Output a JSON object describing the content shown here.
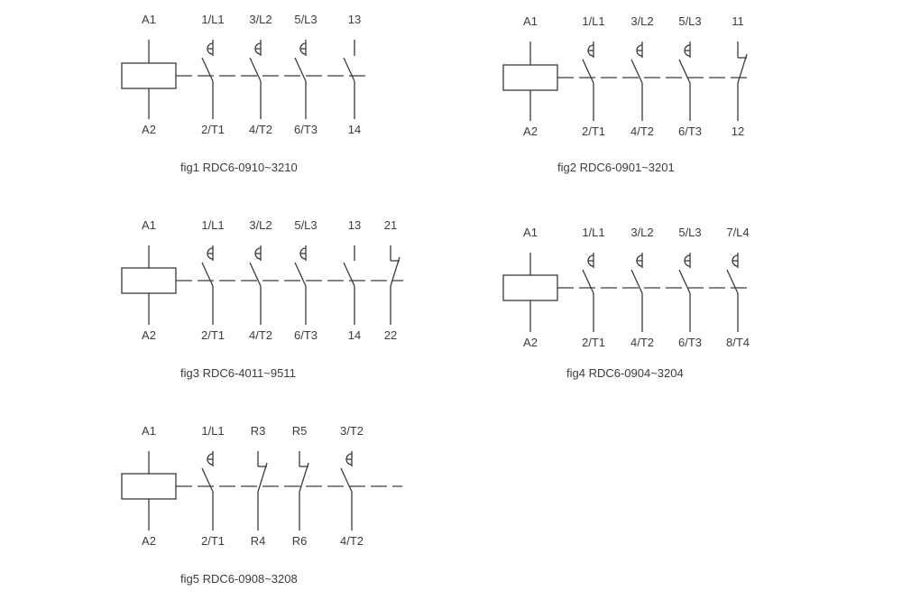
{
  "figures": [
    {
      "caption": "fig1 RDC6-0910~3210",
      "coil_top": "A1",
      "coil_bottom": "A2",
      "poles": [
        {
          "top": "1/L1",
          "bottom": "2/T1",
          "type": "main-no"
        },
        {
          "top": "3/L2",
          "bottom": "4/T2",
          "type": "main-no"
        },
        {
          "top": "5/L3",
          "bottom": "6/T3",
          "type": "main-no"
        },
        {
          "top": "13",
          "bottom": "14",
          "type": "aux-no"
        }
      ]
    },
    {
      "caption": "fig2 RDC6-0901~3201",
      "coil_top": "A1",
      "coil_bottom": "A2",
      "poles": [
        {
          "top": "1/L1",
          "bottom": "2/T1",
          "type": "main-no"
        },
        {
          "top": "3/L2",
          "bottom": "4/T2",
          "type": "main-no"
        },
        {
          "top": "5/L3",
          "bottom": "6/T3",
          "type": "main-no"
        },
        {
          "top": "11",
          "bottom": "12",
          "type": "aux-nc"
        }
      ]
    },
    {
      "caption": "fig3 RDC6-4011~9511",
      "coil_top": "A1",
      "coil_bottom": "A2",
      "poles": [
        {
          "top": "1/L1",
          "bottom": "2/T1",
          "type": "main-no"
        },
        {
          "top": "3/L2",
          "bottom": "4/T2",
          "type": "main-no"
        },
        {
          "top": "5/L3",
          "bottom": "6/T3",
          "type": "main-no"
        },
        {
          "top": "13",
          "bottom": "14",
          "type": "aux-no"
        },
        {
          "top": "21",
          "bottom": "22",
          "type": "aux-nc"
        }
      ]
    },
    {
      "caption": "fig4 RDC6-0904~3204",
      "coil_top": "A1",
      "coil_bottom": "A2",
      "poles": [
        {
          "top": "1/L1",
          "bottom": "2/T1",
          "type": "main-no"
        },
        {
          "top": "3/L2",
          "bottom": "4/T2",
          "type": "main-no"
        },
        {
          "top": "5/L3",
          "bottom": "6/T3",
          "type": "main-no"
        },
        {
          "top": "7/L4",
          "bottom": "8/T4",
          "type": "main-no"
        }
      ]
    },
    {
      "caption": "fig5 RDC6-0908~3208",
      "coil_top": "A1",
      "coil_bottom": "A2",
      "poles": [
        {
          "top": "1/L1",
          "bottom": "2/T1",
          "type": "main-no"
        },
        {
          "top": "R3",
          "bottom": "R4",
          "type": "nc"
        },
        {
          "top": "R5",
          "bottom": "R6",
          "type": "nc"
        },
        {
          "top": "3/T2",
          "bottom": "4/T2",
          "type": "main-no"
        }
      ]
    }
  ]
}
